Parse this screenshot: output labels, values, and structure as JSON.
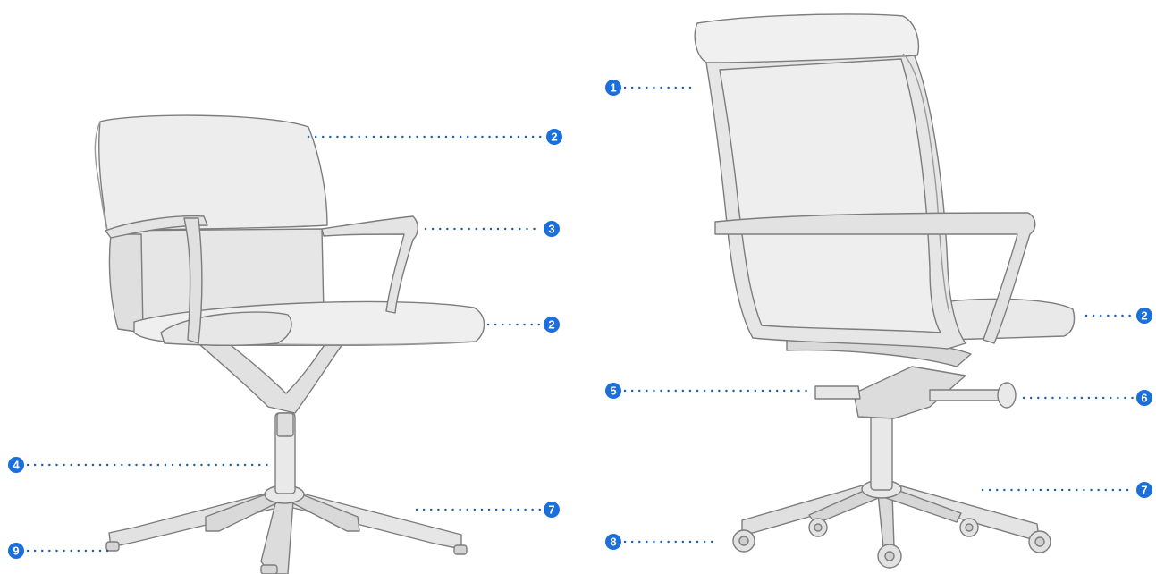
{
  "colors": {
    "marker": "#1a6fdb",
    "leader": "#1f5fa8",
    "chair_fill": "#ececec",
    "chair_shade": "#dadada",
    "chair_line": "#7d7d7d"
  },
  "figures": [
    {
      "id": "front-chair",
      "label": ""
    },
    {
      "id": "rear-chair",
      "label": ""
    }
  ],
  "callouts": [
    {
      "id": "c-left-2a",
      "number": "2",
      "part": "backrest"
    },
    {
      "id": "c-left-3",
      "number": "3",
      "part": "armrest"
    },
    {
      "id": "c-left-2b",
      "number": "2",
      "part": "seat"
    },
    {
      "id": "c-left-4",
      "number": "4",
      "part": "column"
    },
    {
      "id": "c-left-7",
      "number": "7",
      "part": "base"
    },
    {
      "id": "c-left-9",
      "number": "9",
      "part": "glide"
    },
    {
      "id": "c-right-1",
      "number": "1",
      "part": "backrest-frame"
    },
    {
      "id": "c-right-2",
      "number": "2",
      "part": "seat"
    },
    {
      "id": "c-right-5",
      "number": "5",
      "part": "mechanism"
    },
    {
      "id": "c-right-6",
      "number": "6",
      "part": "tension-knob"
    },
    {
      "id": "c-right-7",
      "number": "7",
      "part": "base"
    },
    {
      "id": "c-right-8",
      "number": "8",
      "part": "caster"
    }
  ]
}
